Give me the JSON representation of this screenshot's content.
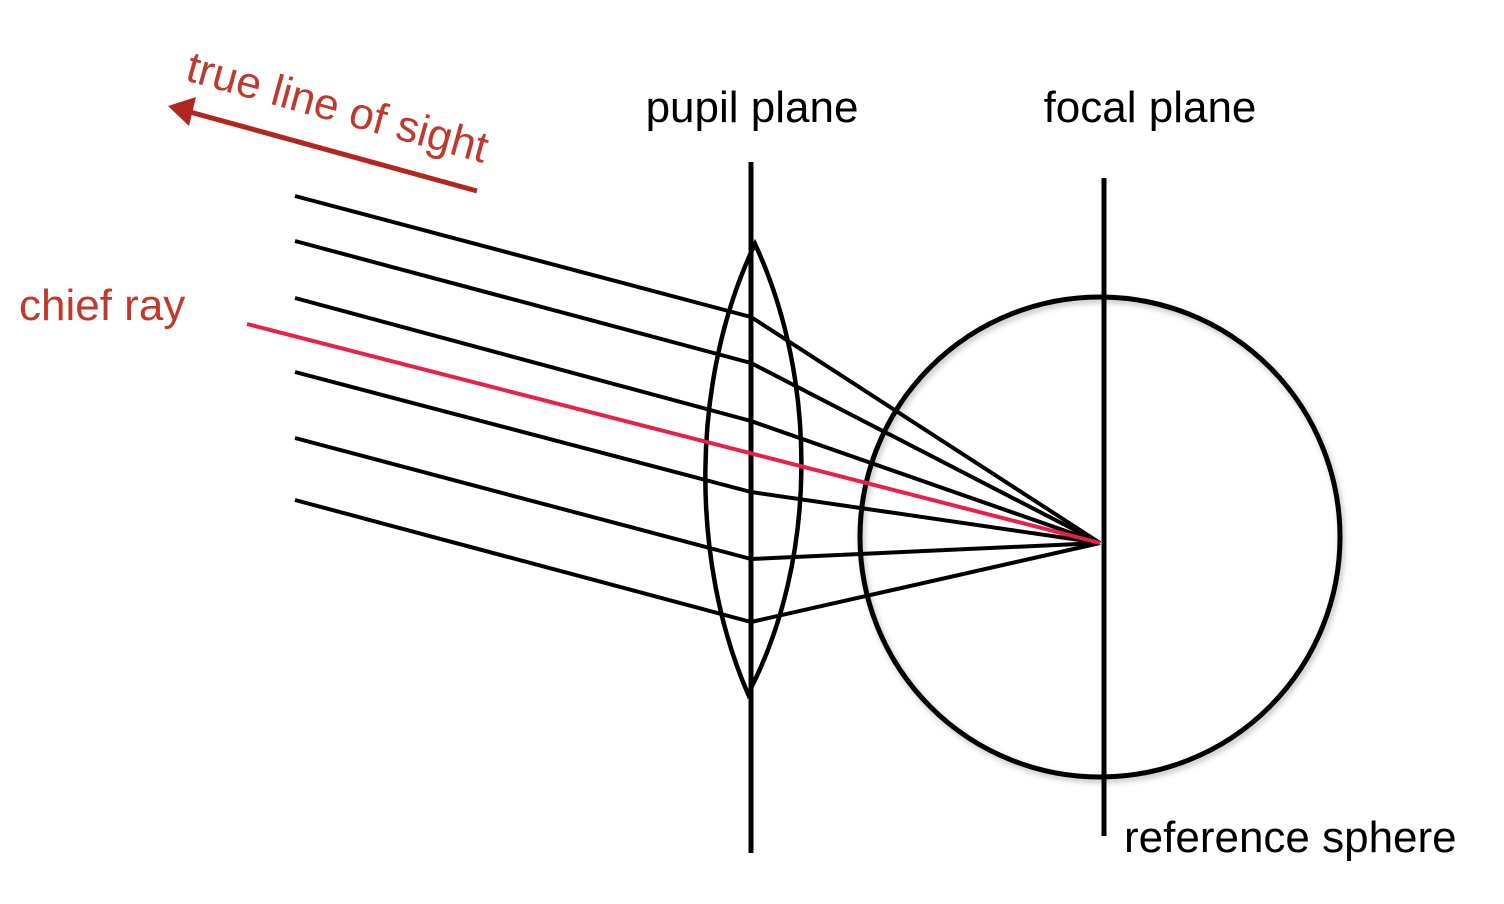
{
  "labels": {
    "pupil_plane": "pupil plane",
    "focal_plane": "focal plane",
    "chief_ray": "chief ray",
    "true_line_of_sight": "true line of sight",
    "reference_sphere": "reference sphere"
  },
  "colors": {
    "ink": "#000000",
    "label_red": "#c0392b",
    "chief_ray": "#e8214b",
    "arrow": "#b3261e"
  }
}
